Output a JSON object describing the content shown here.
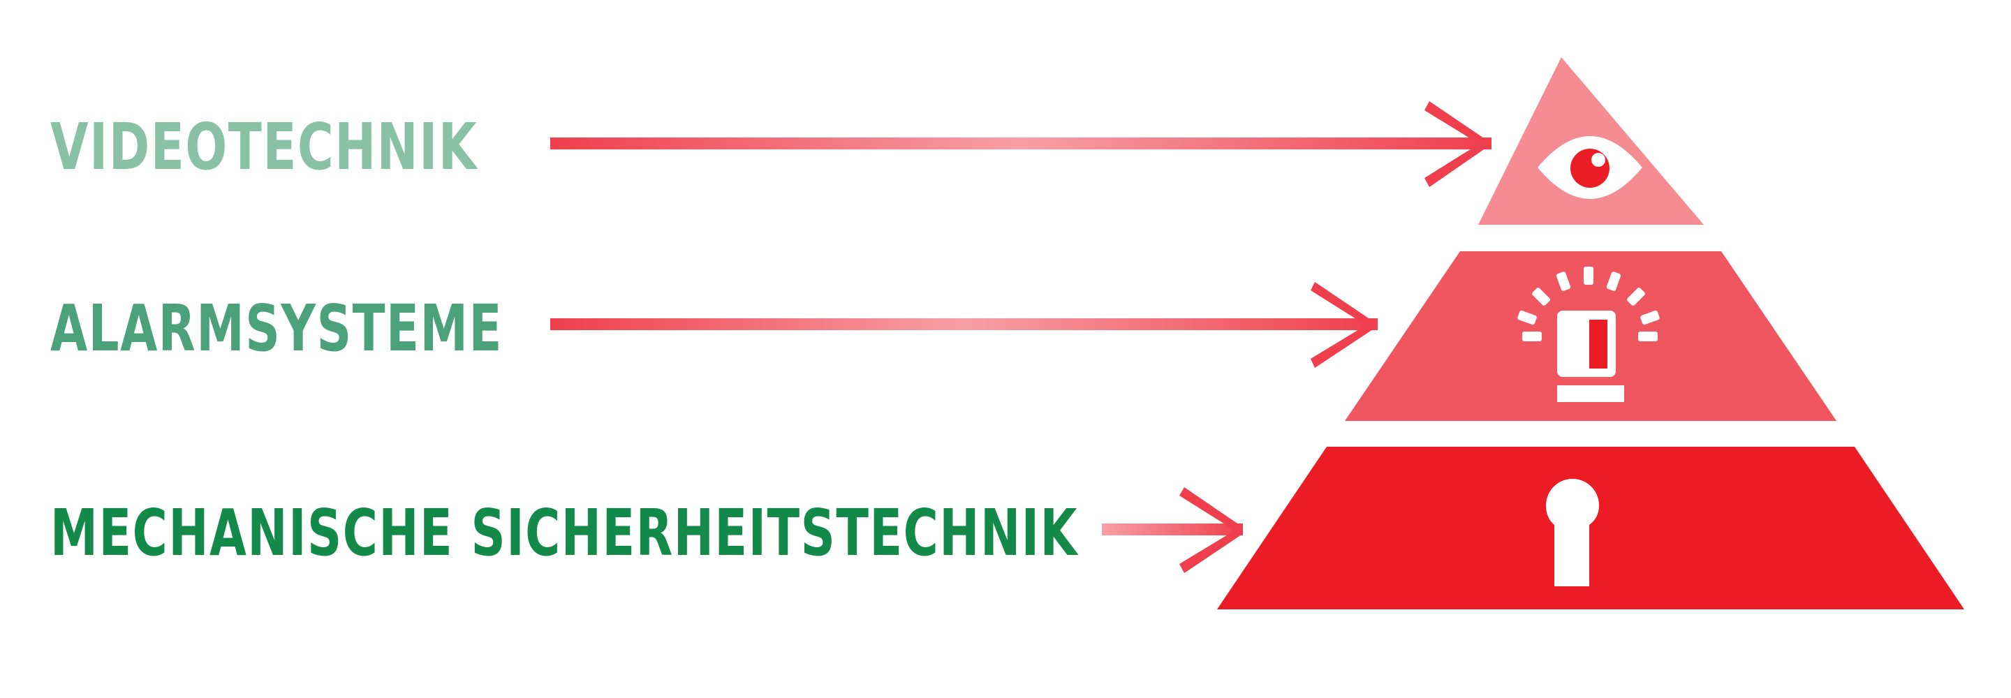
{
  "levels": [
    {
      "label": "VIDEOTECHNIK",
      "icon": "eye-icon",
      "label_color": "#88c1a4",
      "layer_color": "#f48c92"
    },
    {
      "label": "ALARMSYSTEME",
      "icon": "alarm-light-icon",
      "label_color": "#4ba27a",
      "layer_color": "#f05660"
    },
    {
      "label": "MECHANISCHE SICHERHEITSTECHNIK",
      "icon": "keyhole-icon",
      "label_color": "#138a4a",
      "layer_color": "#ec1c24"
    }
  ],
  "colors": {
    "arrow": "#ef3f4c",
    "background": "#ffffff",
    "icon": "#ffffff"
  }
}
